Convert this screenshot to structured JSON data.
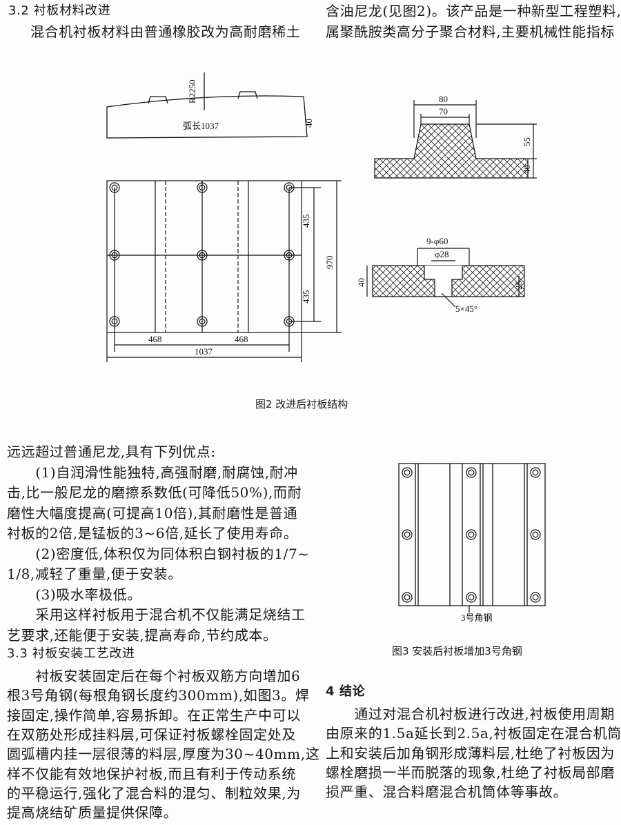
{
  "section_3_2": {
    "heading": "3.2  衬板材料改进",
    "lines": [
      "混合机衬板材料由普通橡胶改为高耐磨稀土"
    ]
  },
  "right_top": {
    "lines": [
      "含油尼龙(见图2)。该产品是一种新型工程塑料,",
      "属聚酰胺类高分子聚合材料,主要机械性能指标"
    ]
  },
  "figure2": {
    "caption": "图2  改进后衬板结构",
    "labels": {
      "radius": "R2250",
      "arc": "弧长1037",
      "thick": "40",
      "top_w": "80",
      "inner_w": "70",
      "rib_h": "55",
      "base_h": "40",
      "d435a": "435",
      "d435b": "435",
      "d970": "970",
      "d468a": "468",
      "d468b": "468",
      "d1037": "1037",
      "holes": "9-φ60",
      "bore": "φ28",
      "sec_h": "40",
      "sec_25": "25",
      "chamfer": "5×45°"
    }
  },
  "left_body": {
    "lines": [
      "远远超过普通尼龙,具有下列优点:",
      "　　(1)自润滑性能独特,高强耐磨,耐腐蚀,耐冲",
      "击,比一般尼龙的磨擦系数低(可降低50%),而耐",
      "磨性大幅度提高(可提高10倍),其耐磨性是普通",
      "衬板的2倍,是锰板的3~6倍,延长了使用寿命。",
      "　　(2)密度低,体积仅为同体积白钢衬板的1/7~",
      "1/8,减轻了重量,便于安装。",
      "　　(3)吸水率极低。",
      "　　采用这样衬板用于混合机不仅能满足烧结工",
      "艺要求,还能便于安装,提高寿命,节约成本。"
    ]
  },
  "section_3_3": {
    "heading": "3.3  衬板安装工艺改进",
    "lines": [
      "　　衬板安装固定后在每个衬板双筋方向增加6",
      "根3号角钢(每根角钢长度约300mm),如图3。焊",
      "接固定,操作简单,容易拆卸。在正常生产中可以",
      "在双筋处形成挂料层,可保证衬板螺栓固定处及",
      "圆弧槽内挂一层很薄的料层,厚度为30~40mm,这",
      "样不仅能有效地保护衬板,而且有利于传动系统",
      "的平稳运行,强化了混合料的混匀、制粒效果,为",
      "提高烧结矿质量提供保障。"
    ]
  },
  "figure3": {
    "caption": "图3  安装后衬板增加3号角钢",
    "label": "3号角钢"
  },
  "section_4": {
    "heading": "4  结论",
    "lines": [
      "　　通过对混合机衬板进行改进,衬板使用周期",
      "由原来的1.5a延长到2.5a,衬板固定在混合机筒体",
      "上和安装后加角钢形成薄料层,杜绝了衬板因为",
      "螺栓磨损一半而脱落的现象,杜绝了衬板局部磨",
      "损严重、混合料磨混合机筒体等事故。"
    ]
  }
}
